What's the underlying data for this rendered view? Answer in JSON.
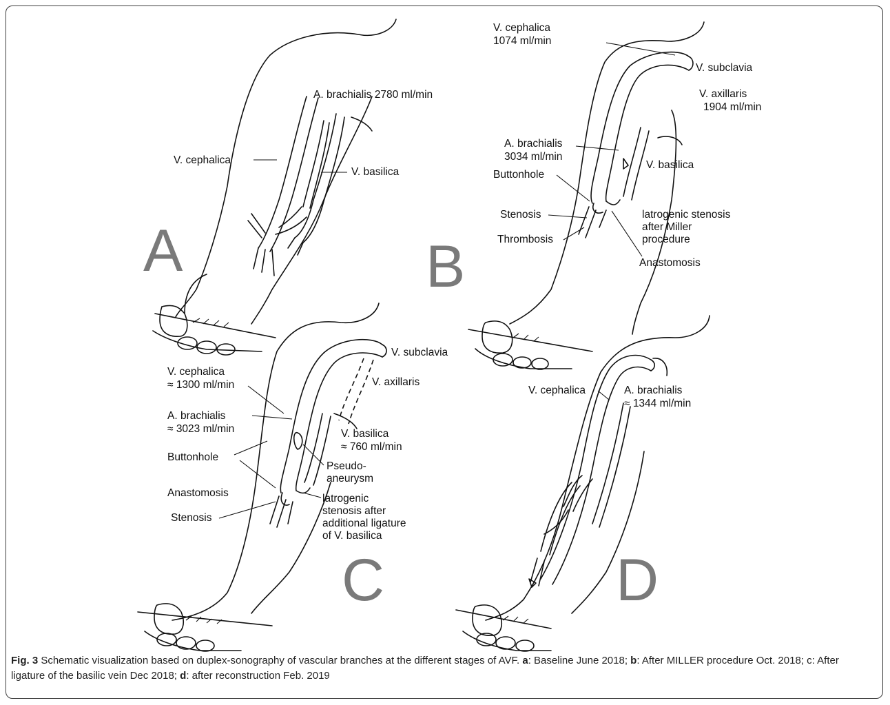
{
  "panels": {
    "a": {
      "letter": "A",
      "labels": {
        "a_brachialis": "A. brachialis 2780 ml/min",
        "v_cephalica": "V. cephalica",
        "v_basilica": "V. basilica"
      }
    },
    "b": {
      "letter": "B",
      "labels": {
        "v_cephalica": "V. cephalica",
        "v_cephalica_flow": "1074 ml/min",
        "v_subclavia": "V. subclavia",
        "v_axillaris": "V. axillaris",
        "v_axillaris_flow": "1904 ml/min",
        "a_brachialis": "A. brachialis",
        "a_brachialis_flow": "3034 ml/min",
        "buttonhole": "Buttonhole",
        "v_basilica": "V. basilica",
        "stenosis": "Stenosis",
        "iatrogenic_1": "latrogenic stenosis",
        "iatrogenic_2": "after Miller",
        "iatrogenic_3": "procedure",
        "thrombosis": "Thrombosis",
        "anastomosis": "Anastomosis"
      }
    },
    "c": {
      "letter": "C",
      "labels": {
        "v_subclavia": "V. subclavia",
        "v_cephalica": "V. cephalica",
        "v_cephalica_flow": "≈ 1300 ml/min",
        "v_axillaris": "V. axillaris",
        "a_brachialis": "A. brachialis",
        "a_brachialis_flow": "≈ 3023 ml/min",
        "v_basilica": "V. basilica",
        "v_basilica_flow": "≈ 760 ml/min",
        "buttonhole": "Buttonhole",
        "pseudo_1": "Pseudo-",
        "pseudo_2": "aneurysm",
        "anastomosis": "Anastomosis",
        "iatrogenic_1": "latrogenic",
        "iatrogenic_2": "stenosis after",
        "iatrogenic_3": "additional ligature",
        "iatrogenic_4": "of V. basilica",
        "stenosis": "Stenosis"
      }
    },
    "d": {
      "letter": "D",
      "labels": {
        "v_cephalica": "V. cephalica",
        "a_brachialis": "A. brachialis",
        "a_brachialis_flow": "≈ 1344 ml/min"
      }
    }
  },
  "caption": {
    "fig_label": "Fig. 3",
    "text_1": " Schematic visualization based on duplex-sonography of vascular branches at the different stages of AVF. ",
    "a_key": "a",
    "text_2": ": Baseline June 2018; ",
    "b_key": "b",
    "text_3": ": After MILLER procedure Oct. 2018; c: After ligature of the basilic vein Dec 2018; ",
    "d_key": "d",
    "text_4": ": after reconstruction Feb. 2019"
  }
}
